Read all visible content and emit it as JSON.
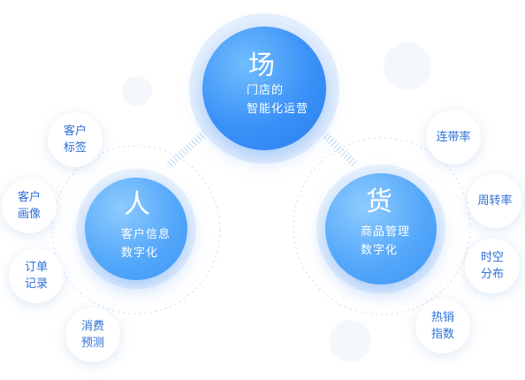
{
  "nodes": {
    "place": {
      "title": "场",
      "lines": [
        "门店的",
        "智能化运营"
      ]
    },
    "people": {
      "title": "人",
      "lines": [
        "客户信息",
        "数字化"
      ]
    },
    "goods": {
      "title": "货",
      "lines": [
        "商品管理",
        "数字化"
      ]
    }
  },
  "people_items": [
    "客户\n标签",
    "客户\n画像",
    "订单\n记录",
    "消费\n预测"
  ],
  "goods_items": [
    "连带率",
    "周转率",
    "时空\n分布",
    "热销\n指数"
  ],
  "colors": {
    "accent": "#2f86f6",
    "accent_light": "#5fb0fb",
    "text": "#2c6fd6"
  }
}
